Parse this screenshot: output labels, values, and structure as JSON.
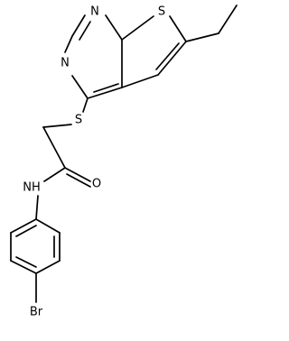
{
  "molecule": {
    "atoms": {
      "s_thiophene": "S",
      "n1": "N",
      "n3": "N",
      "s_thioether": "S",
      "o_carbonyl": "O",
      "nh_amide": "NH",
      "br": "Br"
    },
    "colors": {
      "bond": "#000000",
      "label": "#000000",
      "background": "#ffffff"
    }
  }
}
